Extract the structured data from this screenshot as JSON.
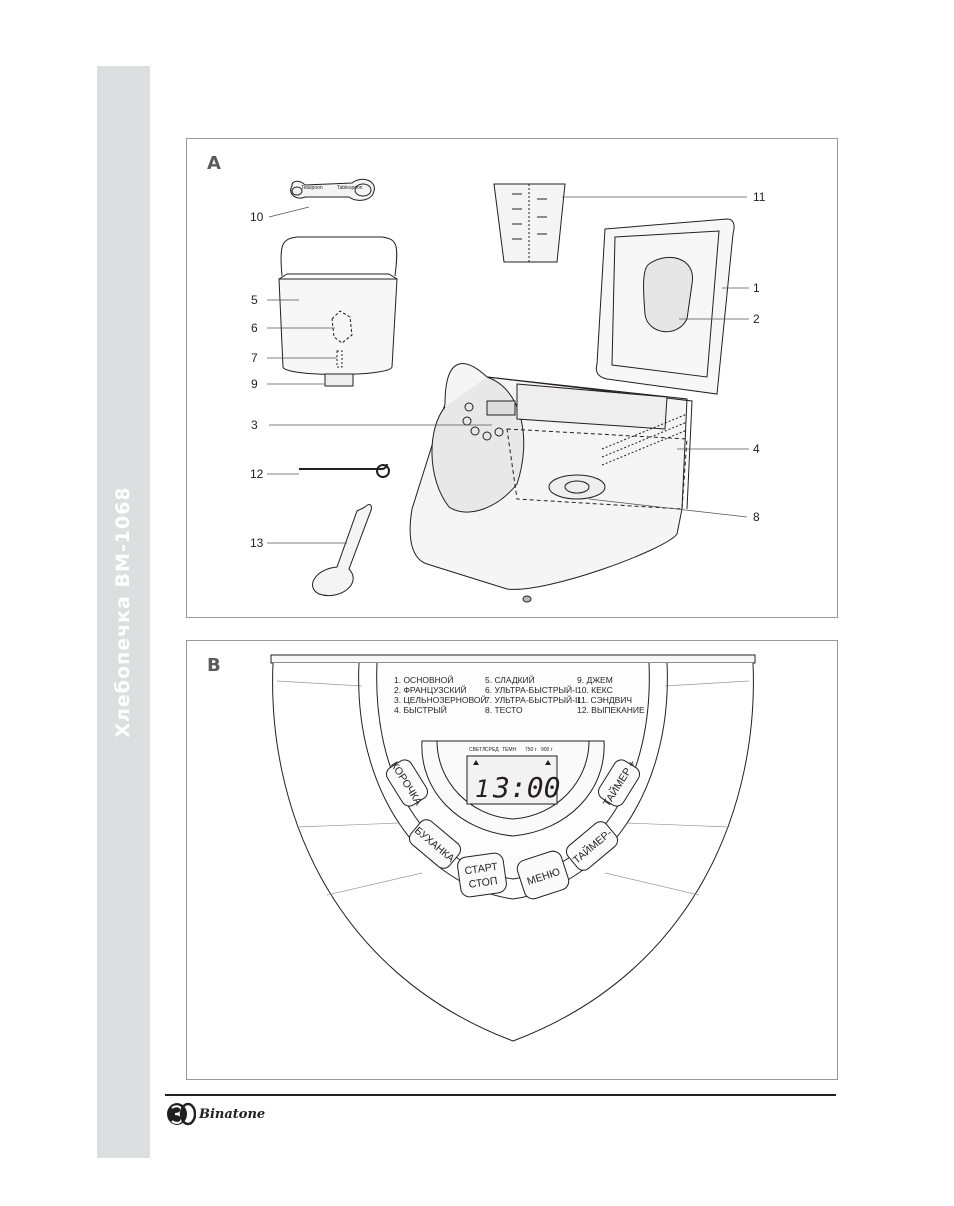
{
  "side_title": "Хлебопечка BM-1068",
  "brand": "Binatone",
  "panel_a": {
    "letter": "A",
    "callouts": [
      "1",
      "2",
      "3",
      "4",
      "5",
      "6",
      "7",
      "8",
      "9",
      "10",
      "11",
      "12",
      "13"
    ],
    "spoon_labels": [
      "Teaspoon",
      "Tablespoon"
    ]
  },
  "panel_b": {
    "letter": "B",
    "programs": [
      "1. ОСНОВНОЙ",
      "2. ФРАНЦУЗСКИЙ",
      "3. ЦЕЛЬНОЗЕРНОВОЙ",
      "4. БЫСТРЫЙ",
      "5. СЛАДКИЙ",
      "6. УЛЬТРА-БЫСТРЫЙ-I",
      "7. УЛЬТРА-БЫСТРЫЙ-II",
      "8. ТЕСТО",
      "9. ДЖЕМ",
      "10. КЕКС",
      "11. СЭНДВИЧ",
      "12. ВЫПЕКАНИЕ"
    ],
    "display_indicators": [
      "СВЕТЛ",
      "СРЕД",
      "ТЕМН",
      "750 г",
      "900 г"
    ],
    "display_program": "1",
    "display_time": "3:00",
    "buttons": {
      "crust": "КОРОЧКА",
      "loaf": "БУХАНКА",
      "start_line1": "СТАРТ",
      "start_line2": "СТОП",
      "menu": "МЕНЮ",
      "timer_minus": "ТАЙМЕР-",
      "timer_plus": "ТАЙМЕР +"
    }
  }
}
